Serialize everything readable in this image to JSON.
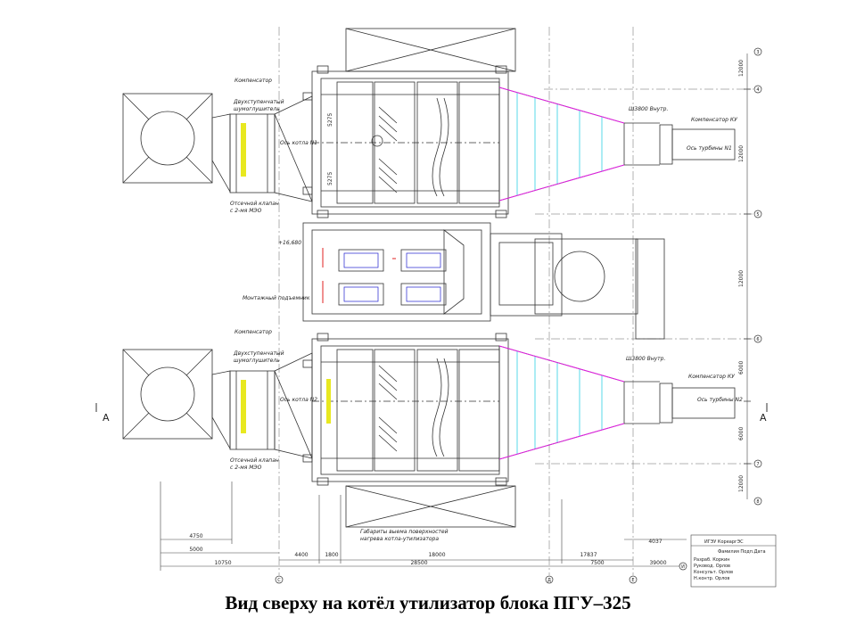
{
  "caption": "Вид сверху на котёл утилизатор блока ПГУ–325",
  "callouts": {
    "comp_top": "Компенсатор",
    "muff_top_1": "Двухступенчатый",
    "muff_top_2": "шумоглушитель",
    "axis_boiler1": "Ось котла N1",
    "valve_top_1": "Отсечной клапан",
    "valve_top_2": "с 2-мя МЭО",
    "level_mark": "+16,680",
    "platform": "Монтажный подъемник",
    "comp_mid": "Компенсатор",
    "muff_bot_1": "Двухступенчатый",
    "muff_bot_2": "шумоглушитель",
    "axis_boiler2": "Ось котла N2",
    "valve_bot_1": "Отсечной клапан",
    "valve_bot_2": "с 2-мя МЭО",
    "gab_1": "Габариты выема поверхностей",
    "gab_2": "нагрева котла-утилизатора",
    "diam_top": "Ш3800 Внутр.",
    "comp_ku_top": "Компенсатор КУ",
    "axis_turb1": "Ось турбины N1",
    "diam_bot": "Ш3800 Внутр.",
    "comp_ku_bot": "Компенсатор КУ",
    "axis_turb2": "Ось турбины N2",
    "section_left": "А",
    "section_right": "А",
    "dim_5275a": "5275",
    "dim_5275b": "5275"
  },
  "dims_bottom": {
    "d4750": "4750",
    "d5000": "5000",
    "d10750": "10750",
    "d4400": "4400",
    "d1800": "1800",
    "d18000": "18000",
    "d17837": "17837",
    "d4037": "4037",
    "d28500": "28500",
    "d7500": "7500",
    "d39000": "39000"
  },
  "dims_right": {
    "r1": "12000",
    "r2": "12000",
    "r3": "12000",
    "r4": "6000",
    "r5": "6000",
    "r6": "12000"
  },
  "axes": {
    "row": [
      "3",
      "4",
      "5",
      "6",
      "7",
      "8"
    ],
    "col": [
      "С",
      "Д",
      "Е",
      "И"
    ]
  },
  "title_block": {
    "org": "ИГЭУ КореаргЭС",
    "line1": "Фамилия Подп.Дата",
    "line2": "Разраб. Коркин",
    "line3": "Руковод. Орлов",
    "line4": "Консульт. Орлов",
    "line5": "Н.контр. Орлов"
  },
  "colors": {
    "line": "#333333",
    "magenta": "#e020e0",
    "cyan": "#10c8e0",
    "yellow": "#e8e820",
    "red": "#e02020",
    "blue": "#2020d0"
  }
}
